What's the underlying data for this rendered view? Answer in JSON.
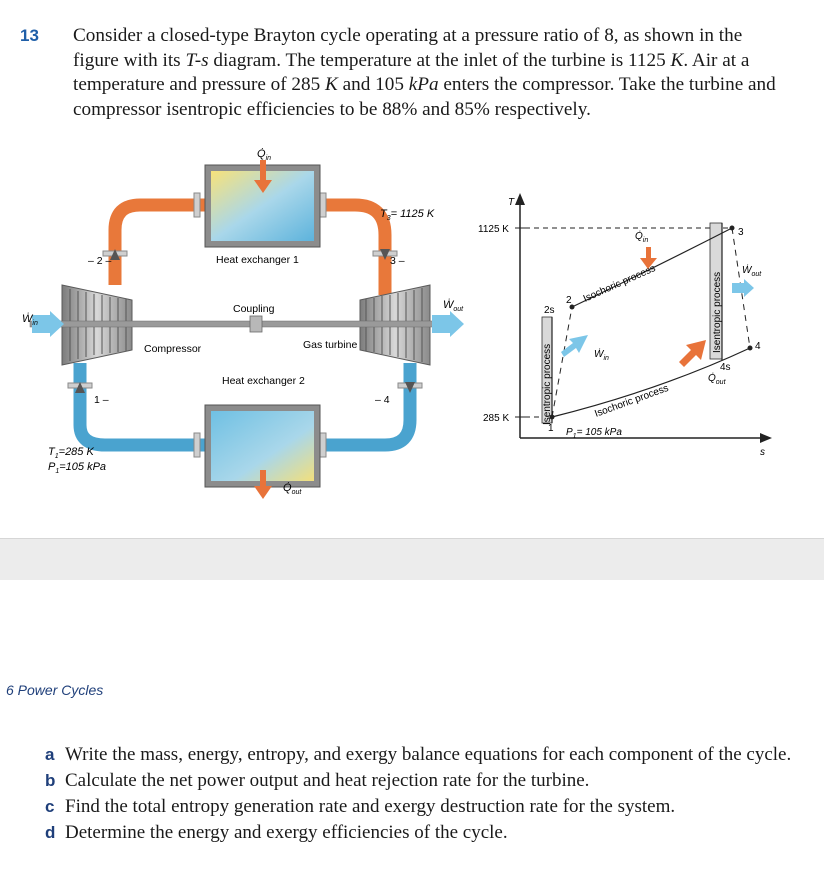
{
  "problem": {
    "number": "13",
    "text_parts": [
      "Consider a closed-type Brayton cycle operating at a pressure ratio of 8, as shown in the figure with its ",
      "T-s",
      " diagram. The temperature at the inlet of the turbine is 1125 ",
      "K",
      ". Air at a temperature and pressure of 285 ",
      "K",
      " and 105 ",
      "kPa",
      " enters the compressor. Take the turbine and compressor isentropic efficiencies to be 88% and 85% respectively."
    ]
  },
  "figure_left": {
    "q_in": "Q̇",
    "q_in_sub": "in",
    "q_out": "Q̇",
    "q_out_sub": "out",
    "heat_exchanger_1": "Heat exchanger 1",
    "heat_exchanger_2": "Heat exchanger 2",
    "coupling": "Coupling",
    "compressor": "Compressor",
    "gas_turbine": "Gas turbine",
    "w_in": "Ẇ",
    "w_in_sub": "in",
    "w_out": "Ẇ",
    "w_out_sub": "out",
    "t3_label": "T",
    "t3_sub": "3",
    "t3_value": "= 1125 K",
    "state_1": "1",
    "state_2": "2",
    "state_3": "3",
    "state_4": "4",
    "t1_label": "T",
    "t1_sub": "1",
    "t1_value": "=285 K",
    "p1_label": "P",
    "p1_sub": "1",
    "p1_value": "=105 kPa"
  },
  "ts_diagram": {
    "axis_t": "T",
    "axis_s": "s",
    "tick_high": "1125 K",
    "tick_low": "285 K",
    "state_1": "1",
    "state_2s": "2s",
    "state_2": "2",
    "state_3": "3",
    "state_4": "4",
    "state_4s": "4s",
    "isochoric_top": "Isochoric process",
    "isochoric_bottom": "Isochoric process",
    "isentropic_left": "Isentropic process",
    "isentropic_right": "Isentropic process",
    "q_in": "Q̇",
    "q_in_sub": "in",
    "q_out": "Q̇",
    "q_out_sub": "out",
    "w_in": "Ẇ",
    "w_in_sub": "in",
    "w_out": "Ẇ",
    "w_out_sub": "out",
    "p1_label": "P",
    "p1_sub": "1",
    "p1_value": "= 105 kPa"
  },
  "chapter_footer": "6 Power Cycles",
  "questions": [
    {
      "letter": "a",
      "text": "Write the mass, energy, entropy, and exergy balance equations for each component of the cycle."
    },
    {
      "letter": "b",
      "text": "Calculate the net power output and heat rejection rate for the turbine."
    },
    {
      "letter": "c",
      "text": "Find the total entropy generation rate and exergy destruction rate for the system."
    },
    {
      "letter": "d",
      "text": "Determine the energy and exergy efficiencies of the cycle."
    }
  ],
  "colors": {
    "problem_number": "#1f5fa8",
    "question_letters": "#1f3f7a",
    "hot_pipe": "#e8783a",
    "cold_pipe": "#4aa3cf",
    "arrow_heat": "#e8733a",
    "arrow_work": "#7cc6e8"
  }
}
